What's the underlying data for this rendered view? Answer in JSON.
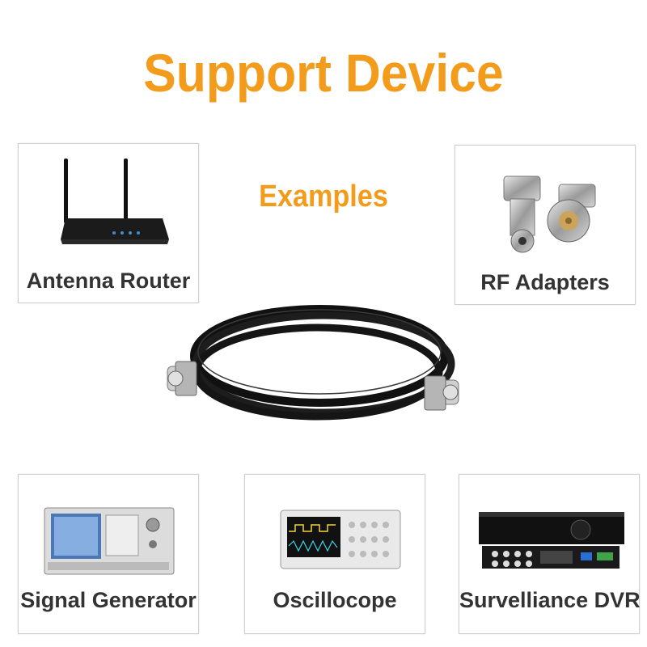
{
  "title": "Support Device",
  "subtitle": "Examples",
  "devices": [
    {
      "label": "Antenna Router",
      "icon": "router-icon"
    },
    {
      "label": "RF Adapters",
      "icon": "rf-adapter-icon"
    },
    {
      "label": "Signal Generator",
      "icon": "signal-generator-icon"
    },
    {
      "label": "Oscillocope",
      "icon": "oscilloscope-icon"
    },
    {
      "label": "Survelliance DVR",
      "icon": "dvr-icon"
    }
  ],
  "colors": {
    "accent": "#f39c1c",
    "label": "#333333",
    "card_border": "#cfcfcf"
  }
}
